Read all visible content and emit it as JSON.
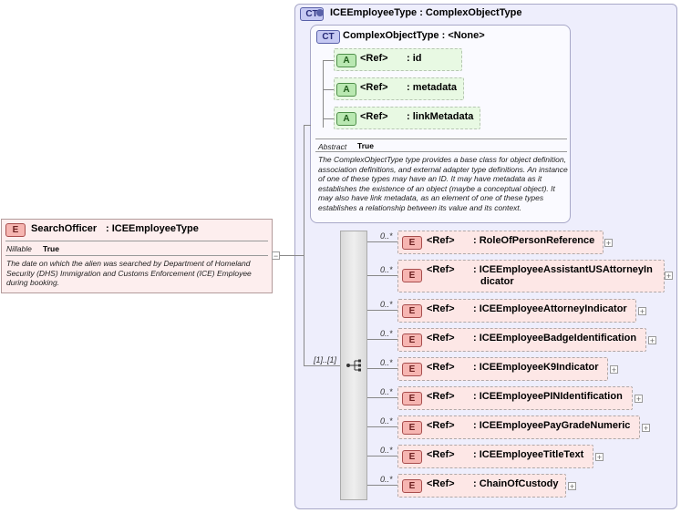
{
  "root_element": {
    "badge": "E",
    "title": "SearchOfficer",
    "type": ": ICEEmployeeType",
    "nillable_label": "Nillable",
    "nillable_value": "True",
    "description": "The date on which the alien was searched by Department of Homeland Security (DHS) Immigration and Customs Enforcement (ICE) Employee during booking."
  },
  "outer_type": {
    "badge": "CT",
    "title": "ICEEmployeeType : ComplexObjectType"
  },
  "base_type": {
    "badge": "CT",
    "title": "ComplexObjectType : <None>",
    "attributes": [
      {
        "badge": "A",
        "ref": "<Ref>",
        "name": ": id"
      },
      {
        "badge": "A",
        "ref": "<Ref>",
        "name": ": metadata"
      },
      {
        "badge": "A",
        "ref": "<Ref>",
        "name": ": linkMetadata"
      }
    ],
    "abstract_label": "Abstract",
    "abstract_value": "True",
    "description": "The ComplexObjectType type provides a base class for object definition, association definitions, and external adapter type definitions. An instance of one of these types may have an ID. It may have metadata as it establishes the existence of an object (maybe a conceptual object). It may also have link metadata, as an element of one of these types establishes a relationship between its value and its context."
  },
  "sequence": {
    "occurrence": "[1]..[1]",
    "elements": [
      {
        "badge": "E",
        "occ": "0..*",
        "ref": "<Ref>",
        "name": ": RoleOfPersonReference"
      },
      {
        "badge": "E",
        "occ": "0..*",
        "ref": "<Ref>",
        "name": ": ICEEmployeeAssistantUSAttorneyIn",
        "name2": "dicator"
      },
      {
        "badge": "E",
        "occ": "0..*",
        "ref": "<Ref>",
        "name": ": ICEEmployeeAttorneyIndicator"
      },
      {
        "badge": "E",
        "occ": "0..*",
        "ref": "<Ref>",
        "name": ": ICEEmployeeBadgeIdentification"
      },
      {
        "badge": "E",
        "occ": "0..*",
        "ref": "<Ref>",
        "name": ": ICEEmployeeK9Indicator"
      },
      {
        "badge": "E",
        "occ": "0..*",
        "ref": "<Ref>",
        "name": ": ICEEmployeePINIdentification"
      },
      {
        "badge": "E",
        "occ": "0..*",
        "ref": "<Ref>",
        "name": ": ICEEmployeePayGradeNumeric"
      },
      {
        "badge": "E",
        "occ": "0..*",
        "ref": "<Ref>",
        "name": ": ICEEmployeeTitleText"
      },
      {
        "badge": "E",
        "occ": "0..*",
        "ref": "<Ref>",
        "name": ": ChainOfCustody"
      }
    ]
  },
  "colors": {
    "element_fill": "#fde7e6",
    "attribute_fill": "#e8f9e3",
    "complex_type_fill": "#eeeefc",
    "badge_element": "#f6b5b1",
    "badge_attribute": "#b9e8b1",
    "badge_complex_type": "#c6c9f3"
  }
}
